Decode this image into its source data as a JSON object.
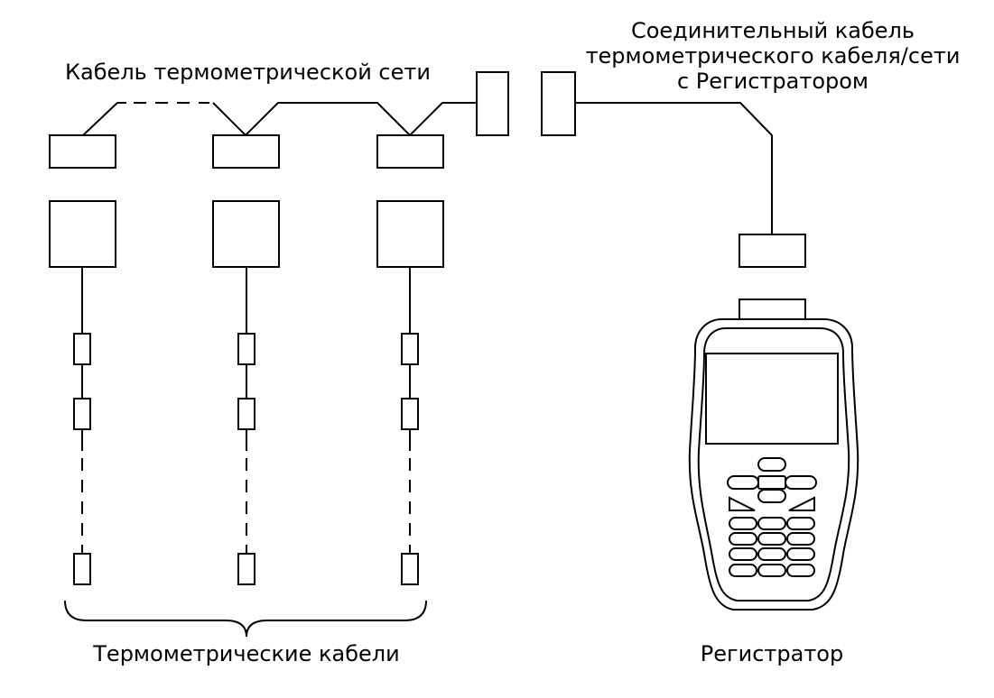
{
  "labels": {
    "network_cable": "Кабель термометрической сети",
    "connection_cable_line1": "Соединительный кабель",
    "connection_cable_line2": "термометрического кабеля/сети",
    "connection_cable_line3": "с Регистратором",
    "thermo_cables": "Термометрические кабели",
    "registrator": "Регистратор"
  },
  "colors": {
    "stroke": "#000000",
    "background": "#ffffff"
  }
}
